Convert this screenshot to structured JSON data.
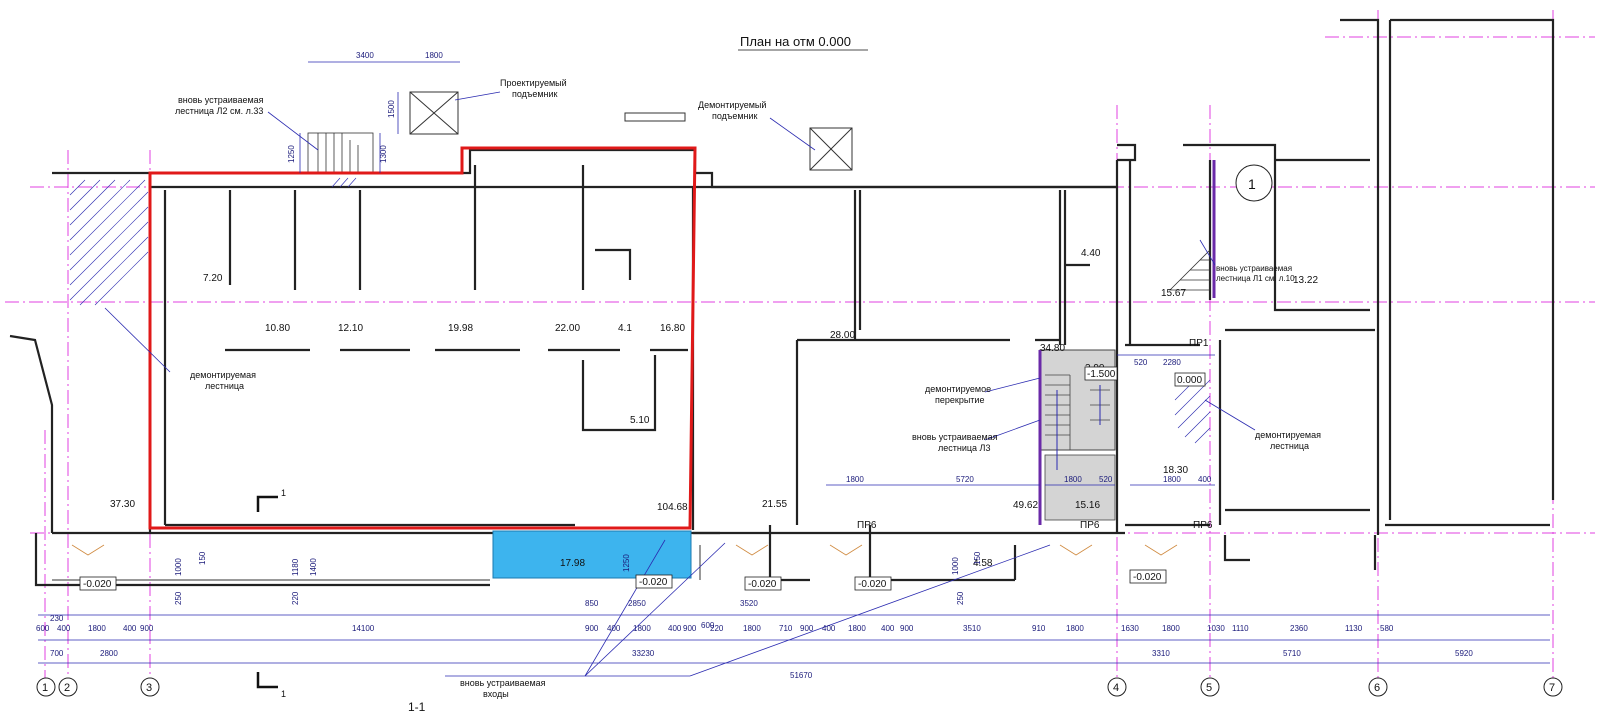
{
  "title": "План на отм 0.000",
  "section_label": "1-1",
  "colors": {
    "red_outline": "#e01919",
    "blue_fill": "#3db4ee",
    "axis": "#e040e0",
    "dim": "#2a2ab0",
    "stair_gray": "#d4d4d4"
  },
  "annotations": {
    "lift_new": [
      "Проектируемый",
      "подъемник"
    ],
    "lift_remove": [
      "Демонтируемый",
      "подъемник"
    ],
    "stair_l2": [
      "вновь устраиваемая",
      "лестница Л2 см. л.33"
    ],
    "stair_remove_left": [
      "демонтируемая",
      "лестница"
    ],
    "slab_remove": [
      "демонтируемое",
      "перекрытие"
    ],
    "stair_l3": [
      "вновь устраиваемая",
      "лестница Л3"
    ],
    "stair_l1": [
      "вновь устраиваемая",
      "лестница Л1 см. л.10"
    ],
    "stair_remove_right": [
      "демонтируемая",
      "лестница"
    ],
    "entrances": [
      "вновь устраиваемая",
      "входы"
    ]
  },
  "room_areas": [
    "7.20",
    "10.80",
    "12.10",
    "19.98",
    "22.00",
    "4.1",
    "16.80",
    "5.10",
    "37.30",
    "104.68",
    "17.98",
    "28.00",
    "34.80",
    "21.55",
    "49.62",
    "15.16",
    "4.58",
    "4.40",
    "15.67",
    "3.90",
    "18.30",
    "13.22"
  ],
  "elevations": [
    "-0.020",
    "-0.020",
    "-0.020",
    "-0.020",
    "-0.020",
    "-1.500",
    "0.000"
  ],
  "openings": [
    "ПР6",
    "ПР6",
    "ПР6",
    "ПР1"
  ],
  "section_marks": [
    "1",
    "1"
  ],
  "callout": "1",
  "axes": [
    "1",
    "2",
    "3",
    "4",
    "5",
    "6",
    "7"
  ],
  "dims_top": [
    "3400",
    "1800",
    "1500",
    "1300",
    "1250"
  ],
  "dims_plan": [
    "1800",
    "5720",
    "1800",
    "520",
    "1800",
    "400",
    "520",
    "2280",
    "1000",
    "150",
    "1180",
    "1400",
    "250",
    "220",
    "1250",
    "1000",
    "150",
    "250"
  ],
  "dims_row1": [
    "600",
    "230",
    "400",
    "1800",
    "400",
    "900",
    "14100",
    "850",
    "900",
    "400",
    "1800",
    "2850",
    "400",
    "900",
    "600",
    "3520",
    "220",
    "1800",
    "710",
    "900",
    "400",
    "1800",
    "400",
    "900",
    "3510",
    "910",
    "1800",
    "1630",
    "1800",
    "1030",
    "1110",
    "2360",
    "1130",
    "580"
  ],
  "dims_row2": [
    "700",
    "2800",
    "33230",
    "3310",
    "5710",
    "5920"
  ],
  "dims_total": "51670"
}
